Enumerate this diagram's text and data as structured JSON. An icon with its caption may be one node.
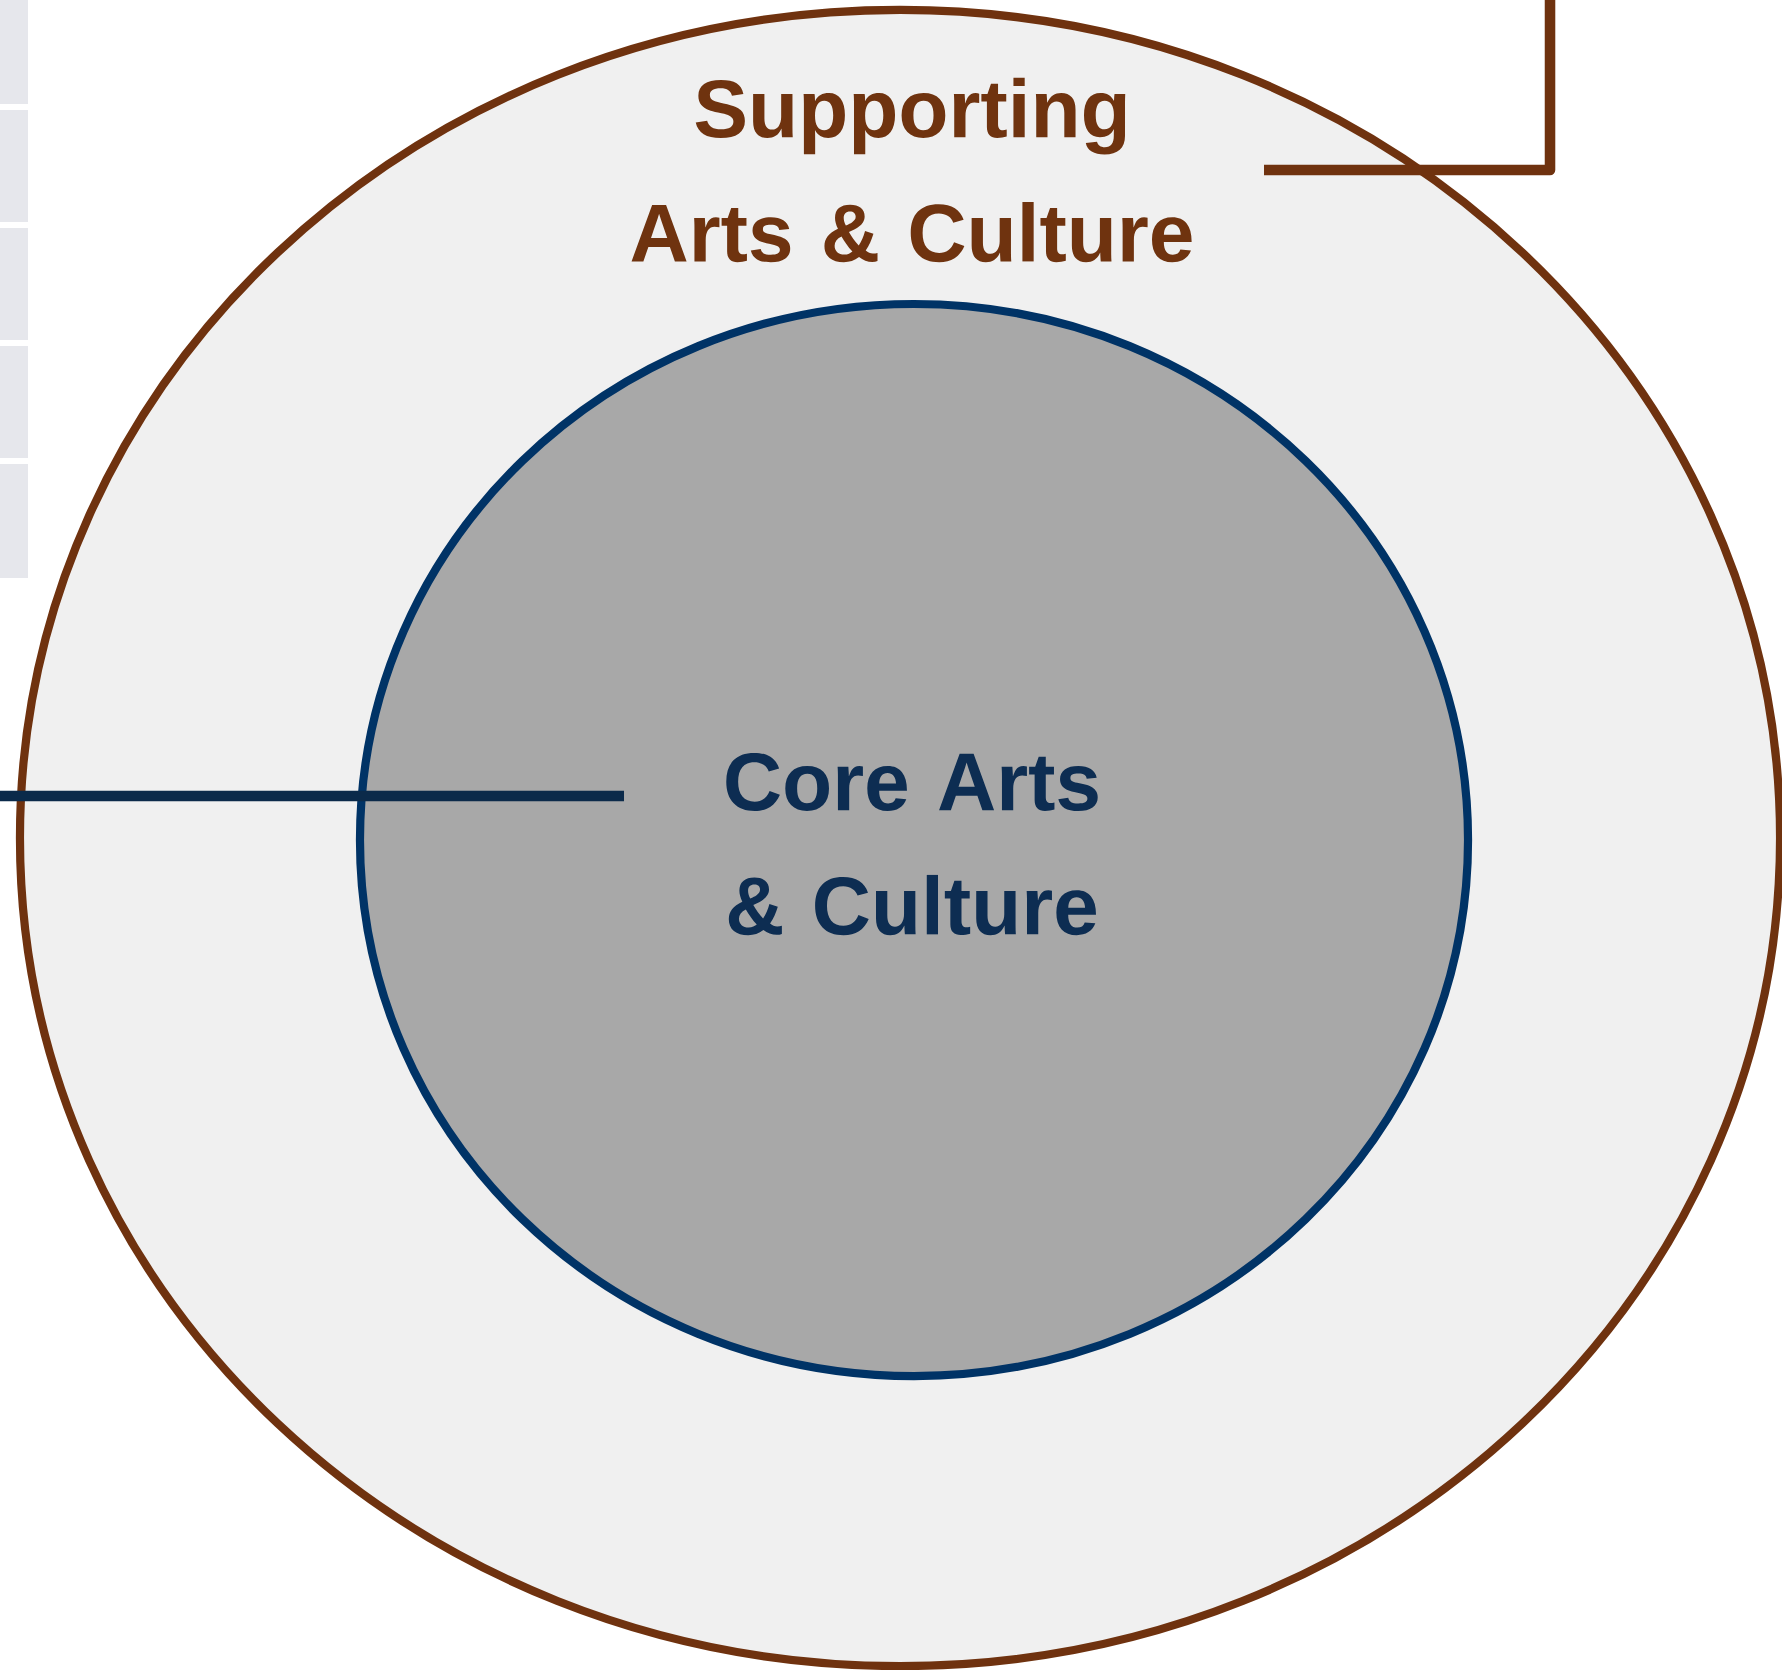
{
  "diagram": {
    "nodes": [
      {
        "text": [
          "Supporting Arts & Culture"
        ]
      },
      {
        "text": [
          "Core Arts & Culture"
        ],
        "in": 0
      }
    ],
    "edges": [
      {
        "from": null,
        "to": 0,
        "arrow": "none",
        "color": "#6f320f"
      },
      {
        "from": null,
        "to": 1,
        "arrow": "none",
        "color": "#0b2a4a"
      }
    ]
  }
}
